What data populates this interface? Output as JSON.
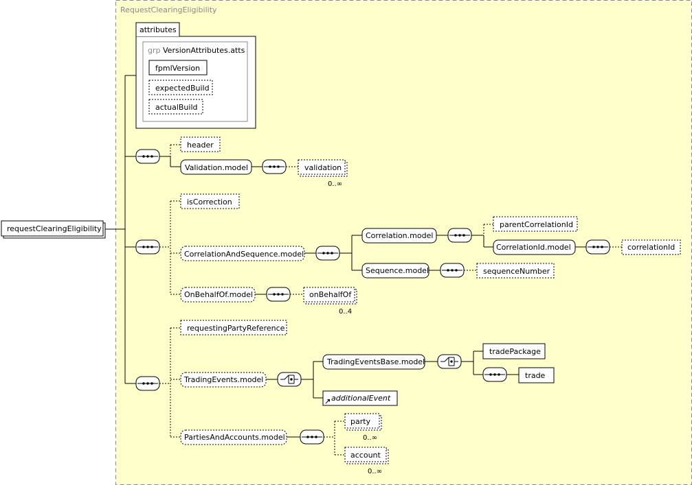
{
  "container": {
    "title": "RequestClearingEligibility"
  },
  "root": {
    "label": "requestClearingEligibility"
  },
  "attributes": {
    "tab_label": "attributes",
    "group_prefix": "grp",
    "group_name": "VersionAttributes.atts",
    "items": [
      "fpmlVersion",
      "expectedBuild",
      "actualBuild"
    ]
  },
  "seq1": {
    "header": "header",
    "validation_model": "Validation.model",
    "validation": "validation",
    "validation_occ": "0..∞"
  },
  "seq2": {
    "isCorrection": "isCorrection",
    "correlation_and_sequence_model": "CorrelationAndSequence.model",
    "correlation_model": "Correlation.model",
    "parentCorrelationId": "parentCorrelationId",
    "correlationId_model": "CorrelationId.model",
    "correlationId": "correlationId",
    "sequence_model": "Sequence.model",
    "sequenceNumber": "sequenceNumber",
    "onBehalfOf_model": "OnBehalfOf.model",
    "onBehalfOf": "onBehalfOf",
    "onBehalfOf_occ": "0..4"
  },
  "seq3": {
    "requestingPartyReference": "requestingPartyReference",
    "tradingEvents_model": "TradingEvents.model",
    "tradingEventsBase_model": "TradingEventsBase.model",
    "tradePackage": "tradePackage",
    "trade": "trade",
    "additionalEvent": "additionalEvent",
    "partiesAndAccounts_model": "PartiesAndAccounts.model",
    "party": "party",
    "party_occ": "0..∞",
    "account": "account",
    "account_occ": "0..∞"
  }
}
